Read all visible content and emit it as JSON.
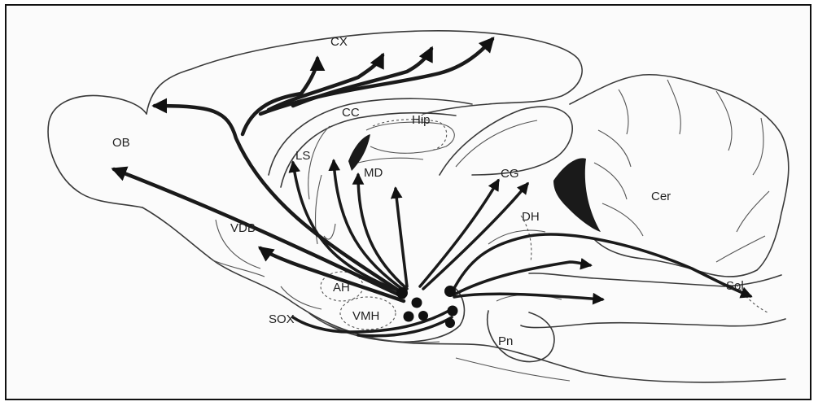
{
  "labels": {
    "cx": "CX",
    "cc": "CC",
    "hip": "Hip",
    "ob": "OB",
    "ls": "LS",
    "md": "MD",
    "cg": "CG",
    "cer": "Cer",
    "dh": "DH",
    "vdb": "VDB",
    "ah": "AH",
    "sox": "SOX",
    "vmh": "VMH",
    "pn": "Pn",
    "sol": "Sol"
  }
}
